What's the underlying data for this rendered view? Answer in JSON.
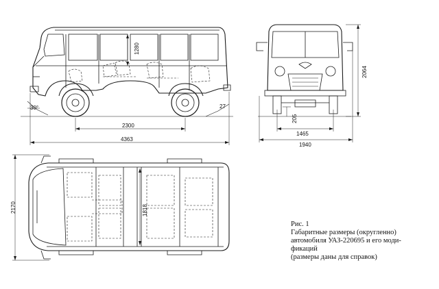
{
  "dimensions": {
    "overall_length": "4363",
    "wheelbase": "2300",
    "interior_height": "1280",
    "approach_angle": "30°",
    "departure_angle": "27",
    "overall_height": "2064",
    "ground_clearance": "205",
    "track": "1465",
    "overall_width": "1940",
    "plan_width": "2170",
    "interior_width": "1818"
  },
  "caption": {
    "figure": "Рис. 1",
    "line1": "Габаритные размеры (округленно)",
    "line2": "автомобиля УАЗ-220695 и его моди-",
    "line3": "фикаций",
    "line4": "(размеры даны для справок)"
  },
  "colors": {
    "ink": "#1a1a1a",
    "background": "#ffffff"
  }
}
